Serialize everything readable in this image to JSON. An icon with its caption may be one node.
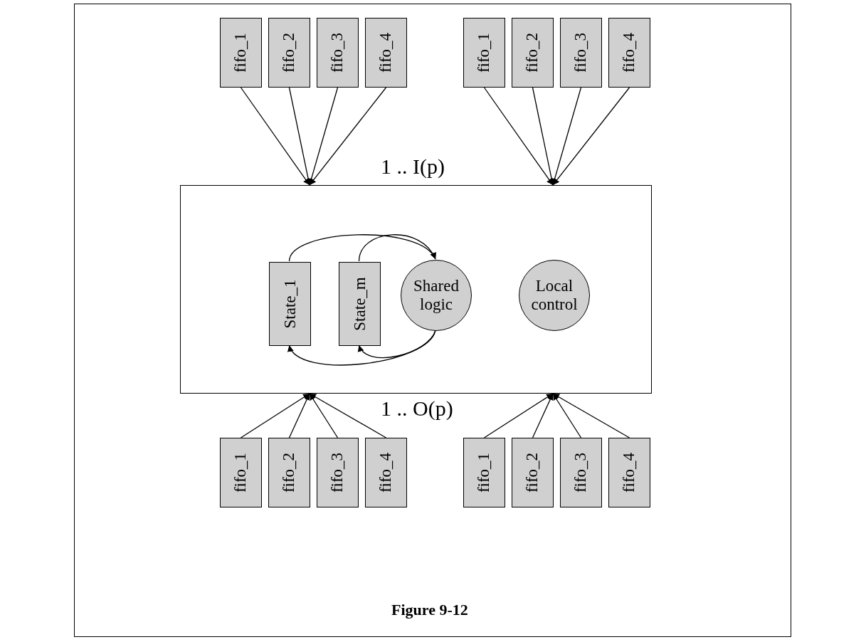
{
  "diagram": {
    "caption": "Figure 9-12",
    "nodes": [
      {
        "text": [
          "fifo_1"
        ]
      },
      {
        "text": [
          "fifo_2"
        ]
      },
      {
        "text": [
          "fifo_3"
        ]
      },
      {
        "text": [
          "fifo_4"
        ]
      },
      {
        "text": [
          "fifo_1"
        ]
      },
      {
        "text": [
          "fifo_2"
        ]
      },
      {
        "text": [
          "fifo_3"
        ]
      },
      {
        "text": [
          "fifo_4"
        ]
      },
      {
        "text": [],
        "shape": "box"
      },
      {
        "text": [
          "State_1"
        ],
        "in": 8
      },
      {
        "text": [
          "State_m"
        ],
        "in": 8
      },
      {
        "text": [
          "Shared logic"
        ],
        "in": 8
      },
      {
        "text": [
          "Local control"
        ],
        "in": 8
      },
      {
        "text": [
          "fifo_1"
        ]
      },
      {
        "text": [
          "fifo_2"
        ]
      },
      {
        "text": [
          "fifo_3"
        ]
      },
      {
        "text": [
          "fifo_4"
        ]
      },
      {
        "text": [
          "fifo_1"
        ]
      },
      {
        "text": [
          "fifo_2"
        ]
      },
      {
        "text": [
          "fifo_3"
        ]
      },
      {
        "text": [
          "fifo_4"
        ]
      }
    ],
    "edges": [
      {
        "from": 0,
        "to": 8,
        "arrow": "to"
      },
      {
        "from": 1,
        "to": 8,
        "arrow": "to"
      },
      {
        "from": 2,
        "to": 8,
        "arrow": "to"
      },
      {
        "from": 3,
        "to": 8,
        "arrow": "to"
      },
      {
        "from": 4,
        "to": 8,
        "arrow": "to"
      },
      {
        "from": 5,
        "to": 8,
        "arrow": "to"
      },
      {
        "from": 6,
        "to": 8,
        "arrow": "to"
      },
      {
        "from": 7,
        "to": 8,
        "arrow": "to"
      },
      {
        "from": 9,
        "to": 11,
        "arrow": "to"
      },
      {
        "from": 10,
        "to": 11,
        "arrow": "to"
      },
      {
        "from": 11,
        "to": 9,
        "arrow": "to"
      },
      {
        "from": 11,
        "to": 10,
        "arrow": "to"
      },
      {
        "from": 13,
        "to": 8,
        "arrow": "to"
      },
      {
        "from": 14,
        "to": 8,
        "arrow": "to"
      },
      {
        "from": 15,
        "to": 8,
        "arrow": "to"
      },
      {
        "from": 16,
        "to": 8,
        "arrow": "to"
      },
      {
        "from": 17,
        "to": 8,
        "arrow": "to"
      },
      {
        "from": 18,
        "to": 8,
        "arrow": "to"
      },
      {
        "from": 19,
        "to": 8,
        "arrow": "to"
      },
      {
        "from": 20,
        "to": 8,
        "arrow": "to"
      }
    ],
    "labels": [
      "1 .. I(p)",
      "1 .. O(p)"
    ]
  }
}
